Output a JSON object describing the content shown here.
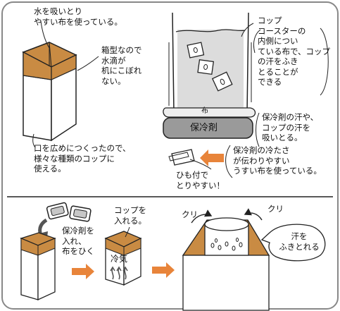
{
  "colors": {
    "outline": "#222222",
    "cloth_brown": "#c98b43",
    "arrow_orange": "#e8843a",
    "ice_pack_gray": "#9a9a9a",
    "water_gray": "#dcdcdc",
    "frame_border": "#888888"
  },
  "icons": [
    "ice-pack-icon",
    "cold-air-icon",
    "click-arrow-icon",
    "flow-arrow-icon"
  ],
  "top_left": {
    "cloth_note": [
      "水を吸いとり",
      "やすい布を使っている。"
    ],
    "box_note": [
      "箱型なので",
      "水滴が",
      "机にこぼれ",
      "ない。"
    ],
    "mouth_note": [
      "口を広めにつくったので、",
      "様々な種類のコップに",
      "使える。"
    ]
  },
  "top_right": {
    "coaster_note": [
      "コップ",
      "コースターの",
      "内側につい",
      "ている布で、コップ",
      "の汗をふき",
      "とることが",
      "できる"
    ],
    "cloth_label": "布",
    "ice_pack_label": "保冷剤",
    "ice_pack_note": [
      "保冷剤の汗や、",
      "コップの汗を",
      "吸いとる。"
    ],
    "cloth_thin_note": [
      "保冷剤の冷たさ",
      "が伝わりやすい",
      "うすい布を使っている。"
    ],
    "string_note": [
      "ひも付で",
      "とりやすい！"
    ]
  },
  "bottom": {
    "step1_note": [
      "保冷剤を",
      "入れ、",
      "布をひく"
    ],
    "step2_note": [
      "コップを",
      "入れる。"
    ],
    "cold_label": "冷気",
    "click_left": "クリ",
    "click_right": "クリ",
    "wipe_note": [
      "汗を",
      "ふきとれる"
    ]
  }
}
